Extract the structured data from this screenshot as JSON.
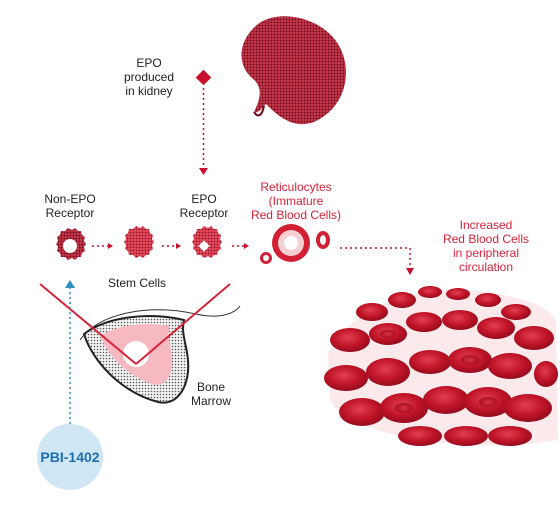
{
  "labels": {
    "epo_produced": [
      "EPO",
      "produced",
      "in kidney"
    ],
    "non_epo_receptor": [
      "Non-EPO",
      "Receptor"
    ],
    "epo_receptor": [
      "EPO",
      "Receptor"
    ],
    "reticulocytes": [
      "Reticulocytes",
      "(Immature",
      "Red Blood Cells)"
    ],
    "increased_rbc": [
      "Increased",
      "Red Blood Cells",
      "in peripheral",
      "circulation"
    ],
    "stem_cells": "Stem Cells",
    "bone_marrow": [
      "Bone",
      "Marrow"
    ],
    "drug": "PBI-1402"
  },
  "colors": {
    "red": "#d6233a",
    "dark_red": "#a8182c",
    "cell_red": "#c8102e",
    "badge_bg": "#cfe6f5",
    "badge_text": "#1c6fb0",
    "dotted_blue": "#2a8fc0"
  }
}
